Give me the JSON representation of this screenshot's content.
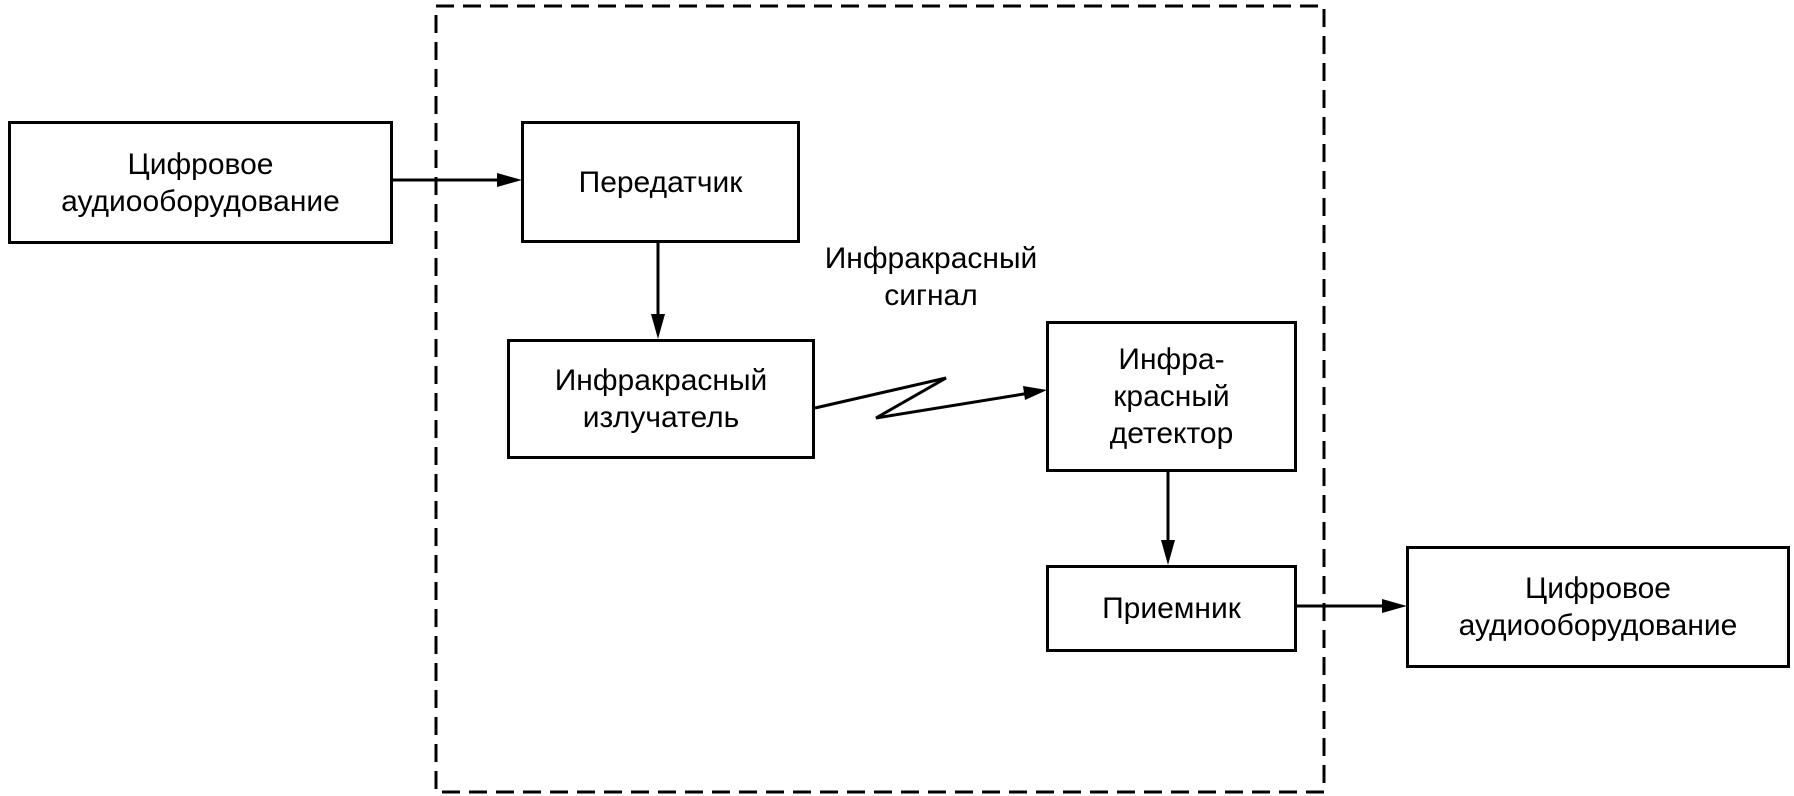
{
  "nodes": {
    "digital_audio_in": {
      "lines": [
        "Цифровое",
        "аудиооборудование"
      ]
    },
    "transmitter": {
      "lines": [
        "Передатчик"
      ]
    },
    "ir_emitter": {
      "lines": [
        "Инфракрасный",
        "излучатель"
      ]
    },
    "ir_detector": {
      "lines": [
        "Инфра-",
        "красный",
        "детектор"
      ]
    },
    "receiver": {
      "lines": [
        "Приемник"
      ]
    },
    "digital_audio_out": {
      "lines": [
        "Цифровое",
        "аудиооборудование"
      ]
    }
  },
  "signal_label": {
    "lines": [
      "Инфракрасный",
      "сигнал"
    ]
  },
  "colors": {
    "line": "#000000",
    "background": "#ffffff"
  }
}
